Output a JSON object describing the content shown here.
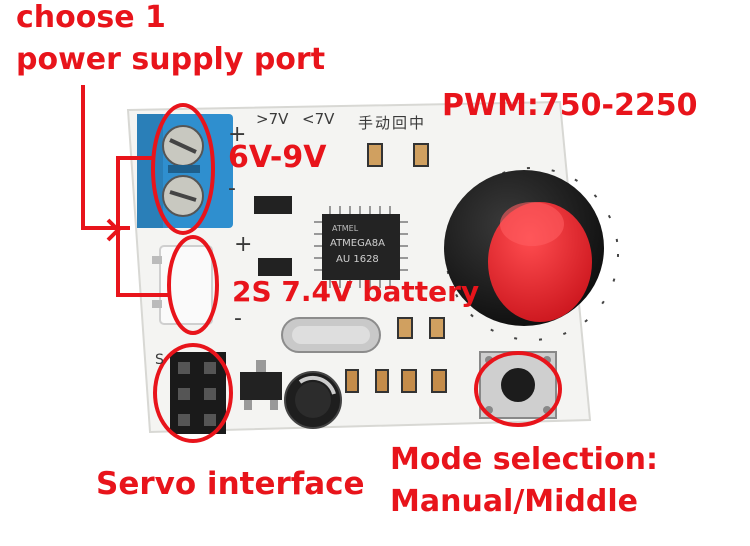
{
  "annotations": {
    "choose_line1": "choose 1",
    "choose_line2": "power supply port",
    "voltage_range": "6V-9V",
    "battery": "2S 7.4V battery",
    "pwm": "PWM:750-2250",
    "servo_interface": "Servo interface",
    "mode_line1": "Mode selection:",
    "mode_line2": "Manual/Middle"
  },
  "silkscreen": {
    "gt7v": ">7V",
    "lt7v": "<7V",
    "chinese_modes": "手动回中",
    "plus": "+",
    "minus": "-",
    "servo_s": "S",
    "chip_brand": "ATMEL",
    "chip_model": "ATMEGA8A",
    "chip_code": "AU 1628"
  },
  "colors": {
    "annotation": "#e8141b",
    "board": "#f4f4f2",
    "terminal_block": "#2f8fcf",
    "knob_cap": "#e8202a",
    "knob_body": "#1c1c1c"
  }
}
